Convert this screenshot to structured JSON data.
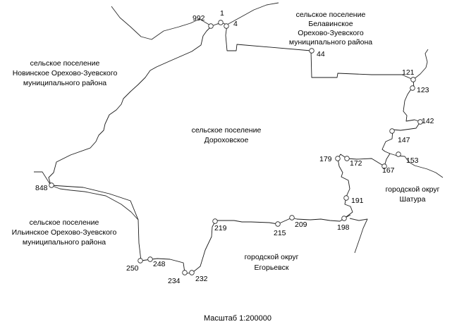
{
  "regions": [
    {
      "id": "belavinskoe",
      "lines": [
        "сельское поселение",
        "Белавинское",
        "Орехово-Зуевского",
        "муниципального района"
      ]
    },
    {
      "id": "novinskoe",
      "lines": [
        "сельское поселение",
        "Новинское Орехово-Зуевского",
        "муниципального района"
      ]
    },
    {
      "id": "dorokhovskoe",
      "lines": [
        "сельское поселение",
        "Дороховское"
      ]
    },
    {
      "id": "shatura",
      "lines": [
        "городской округ",
        "Шатура"
      ]
    },
    {
      "id": "ilinskoe",
      "lines": [
        "сельское поселение",
        "Ильинское Орехово-Зуевского",
        "муниципального района"
      ]
    },
    {
      "id": "egorevsk",
      "lines": [
        "городской округ",
        "Егорьевск"
      ]
    }
  ],
  "points": [
    "992",
    "1",
    "4",
    "44",
    "121",
    "123",
    "142",
    "147",
    "153",
    "167",
    "172",
    "179",
    "191",
    "198",
    "209",
    "215",
    "219",
    "232",
    "234",
    "248",
    "250",
    "848"
  ],
  "scale": {
    "label": "Масштаб 1:200000"
  }
}
